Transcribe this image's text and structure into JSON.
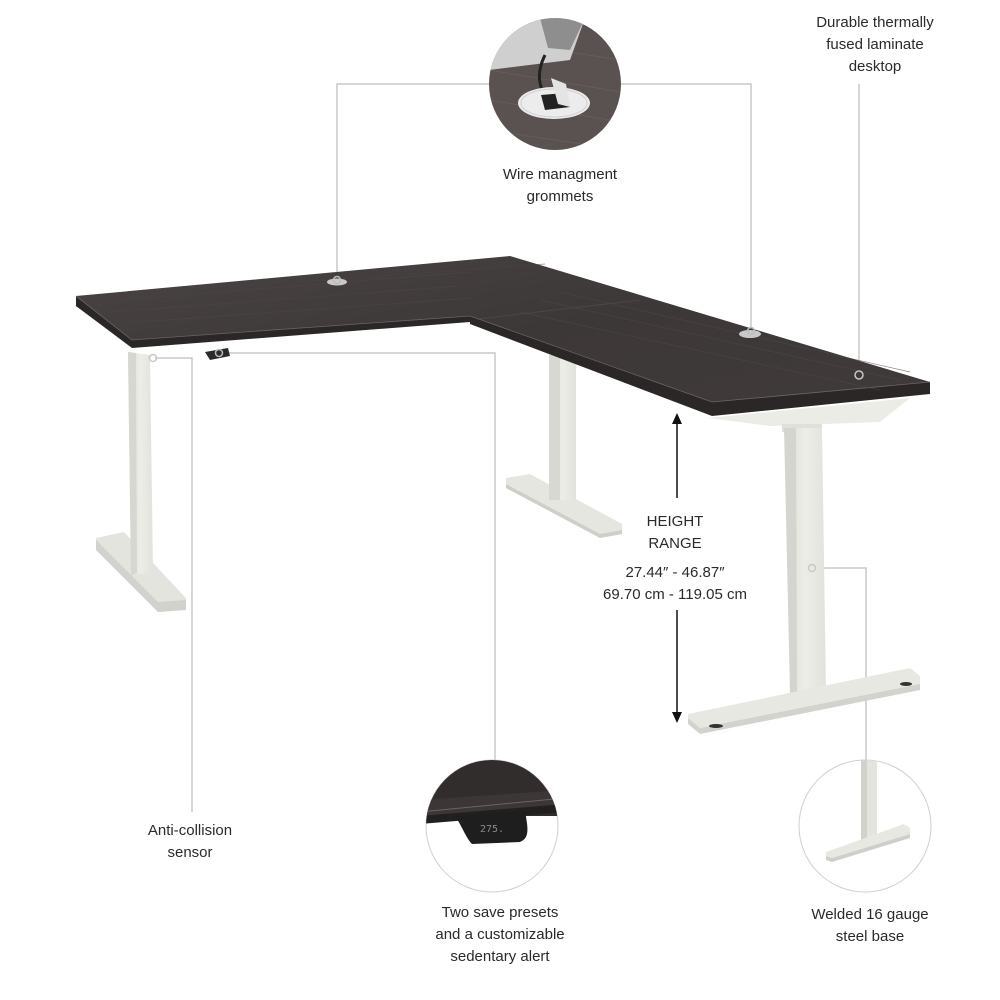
{
  "colors": {
    "desktop_top": "#3f3a3a",
    "desktop_edge": "#2b2727",
    "leg_frame": "#e9e9e4",
    "leg_shade": "#d4d4cf",
    "callout_line": "#c8c8c8",
    "text": "#2a2a2a",
    "arrow": "#111111"
  },
  "product": {
    "type": "L-shaped height adjustable standing desk",
    "finish": "dark storm gray laminate top with white steel frame"
  },
  "callouts": {
    "grommets": {
      "lines": [
        "Wire managment",
        "grommets"
      ],
      "icon": "grommet-detail-photo"
    },
    "laminate": {
      "lines": [
        "Durable thermally",
        "fused laminate",
        "desktop"
      ]
    },
    "height": {
      "title_lines": [
        "HEIGHT",
        "RANGE"
      ],
      "range_lines": [
        "27.44″ - 46.87″",
        "69.70 cm - 119.05 cm"
      ]
    },
    "collision": {
      "lines": [
        "Anti-collision",
        "sensor"
      ]
    },
    "presets": {
      "lines": [
        "Two save presets",
        "and a customizable",
        "sedentary alert"
      ],
      "keypad_display": "275."
    },
    "base": {
      "lines": [
        "Welded 16 gauge",
        "steel base"
      ],
      "icon": "steel-base-detail-photo"
    }
  }
}
